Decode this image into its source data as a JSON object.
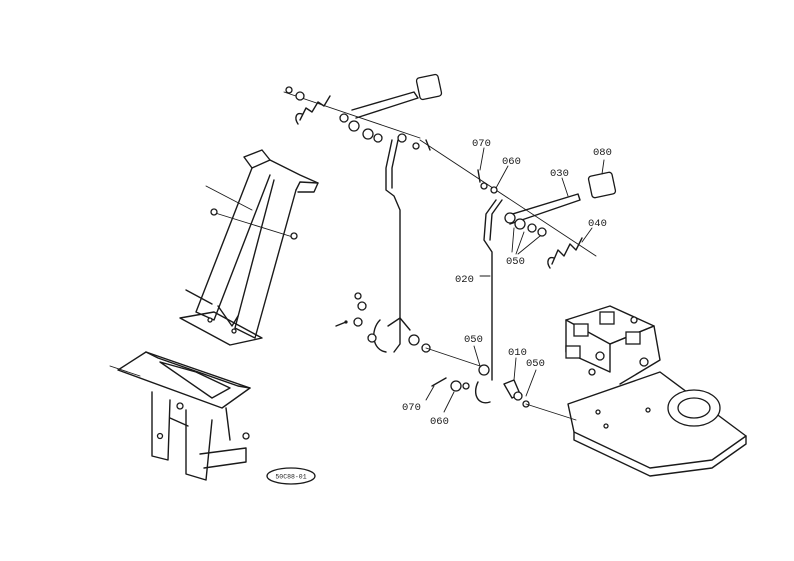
{
  "callouts": [
    {
      "id": "c010",
      "text": "010"
    },
    {
      "id": "c020",
      "text": "020"
    },
    {
      "id": "c030",
      "text": "030"
    },
    {
      "id": "c040",
      "text": "040"
    },
    {
      "id": "c050a",
      "text": "050"
    },
    {
      "id": "c050b",
      "text": "050"
    },
    {
      "id": "c050c",
      "text": "050"
    },
    {
      "id": "c060a",
      "text": "060"
    },
    {
      "id": "c060b",
      "text": "060"
    },
    {
      "id": "c070a",
      "text": "070"
    },
    {
      "id": "c070b",
      "text": "070"
    },
    {
      "id": "c080",
      "text": "080"
    }
  ],
  "drawing_code": "50C88-01"
}
